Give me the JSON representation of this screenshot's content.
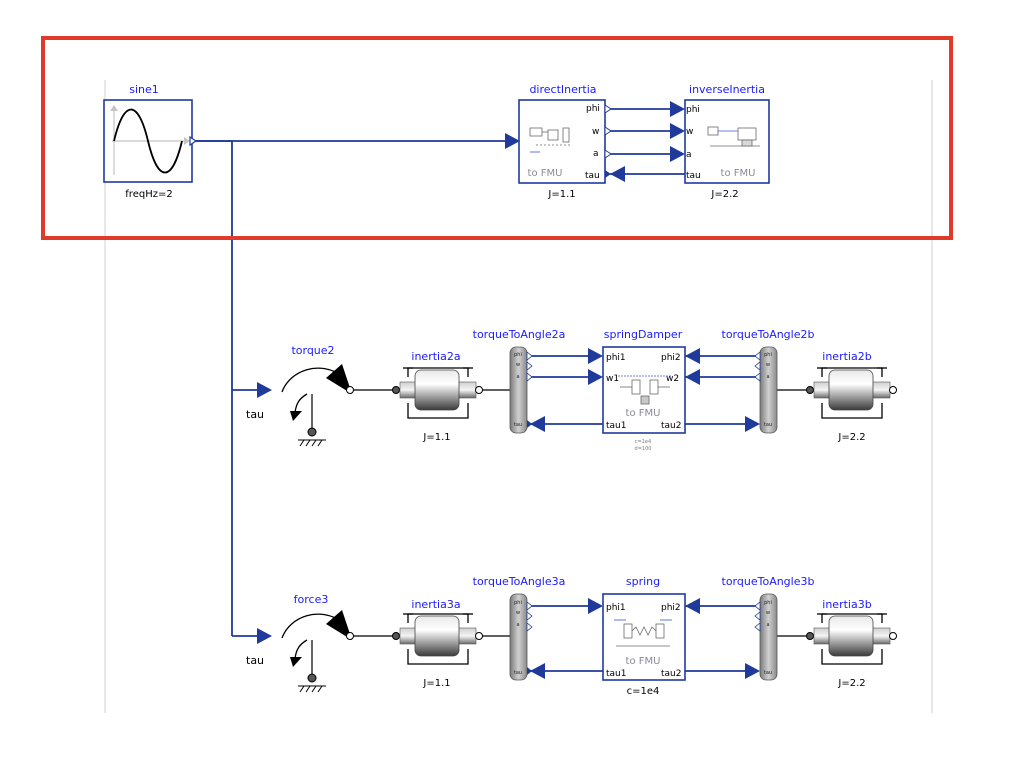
{
  "highlight_color": "#e03a2a",
  "wire_color": "#1f3a9a",
  "name_color": "#1a1aff",
  "sine": {
    "name": "sine1",
    "param": "freqHz=2"
  },
  "direct_inertia": {
    "name": "directInertia",
    "param": "J=1.1",
    "ports": {
      "phi": "phi",
      "w": "w",
      "a": "a",
      "tau": "tau"
    },
    "fmu": "to FMU"
  },
  "inverse_inertia": {
    "name": "inverseInertia",
    "param": "J=2.2",
    "ports": {
      "phi": "phi",
      "w": "w",
      "a": "a",
      "tau": "tau"
    },
    "fmu": "to FMU"
  },
  "row2": {
    "torque": {
      "name": "torque2",
      "input": "tau"
    },
    "inertia_a": {
      "name": "inertia2a",
      "param": "J=1.1"
    },
    "adapter_a": {
      "name": "torqueToAngle2a"
    },
    "center": {
      "name": "springDamper",
      "ports": {
        "phi1": "phi1",
        "w1": "w1",
        "tau1": "tau1",
        "phi2": "phi2",
        "w2": "w2",
        "tau2": "tau2"
      },
      "fmu": "to FMU",
      "param_c": "c=1e4",
      "param_d": "d=100"
    },
    "adapter_b": {
      "name": "torqueToAngle2b"
    },
    "inertia_b": {
      "name": "inertia2b",
      "param": "J=2.2"
    }
  },
  "row3": {
    "torque": {
      "name": "force3",
      "input": "tau"
    },
    "inertia_a": {
      "name": "inertia3a",
      "param": "J=1.1"
    },
    "adapter_a": {
      "name": "torqueToAngle3a"
    },
    "center": {
      "name": "spring",
      "ports": {
        "phi1": "phi1",
        "tau1": "tau1",
        "phi2": "phi2",
        "tau2": "tau2"
      },
      "fmu": "to FMU",
      "param": "c=1e4"
    },
    "adapter_b": {
      "name": "torqueToAngle3b"
    },
    "inertia_b": {
      "name": "inertia3b",
      "param": "J=2.2"
    }
  },
  "adapter_ports": {
    "phi": "phi",
    "w": "w",
    "a": "a",
    "tau": "tau"
  }
}
